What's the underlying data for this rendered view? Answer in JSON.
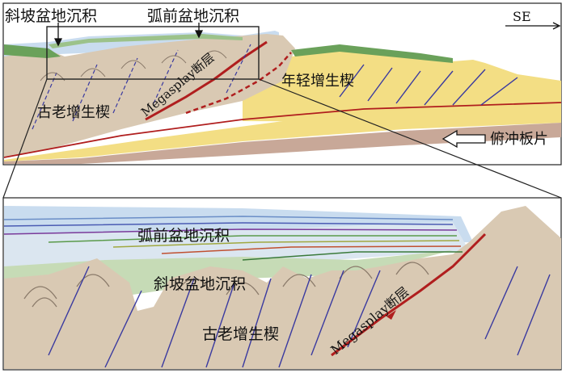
{
  "top_panel": {
    "label_slope_basin": "斜坡盆地沉积",
    "label_forearc_basin": "弧前盆地沉积",
    "label_direction": "SE",
    "label_megasplay_fault": "Megasplay断层",
    "label_young_wedge": "年轻增生楔",
    "label_old_wedge": "古老增生楔",
    "label_subducting_plate": "俯冲板片"
  },
  "bottom_panel": {
    "label_forearc_basin": "弧前盆地沉积",
    "label_slope_basin": "斜坡盆地沉积",
    "label_old_wedge": "古老增生楔",
    "label_megasplay_fault": "Megasplay断层"
  },
  "colors": {
    "wedge_tan": "#d9c9b3",
    "young_wedge_yellow": "#f3de84",
    "sediment_green": "#6aa15a",
    "water_blue": "#c9dcef",
    "fault_red": "#b01e1e",
    "thrust_blue": "#3a3aa0"
  }
}
